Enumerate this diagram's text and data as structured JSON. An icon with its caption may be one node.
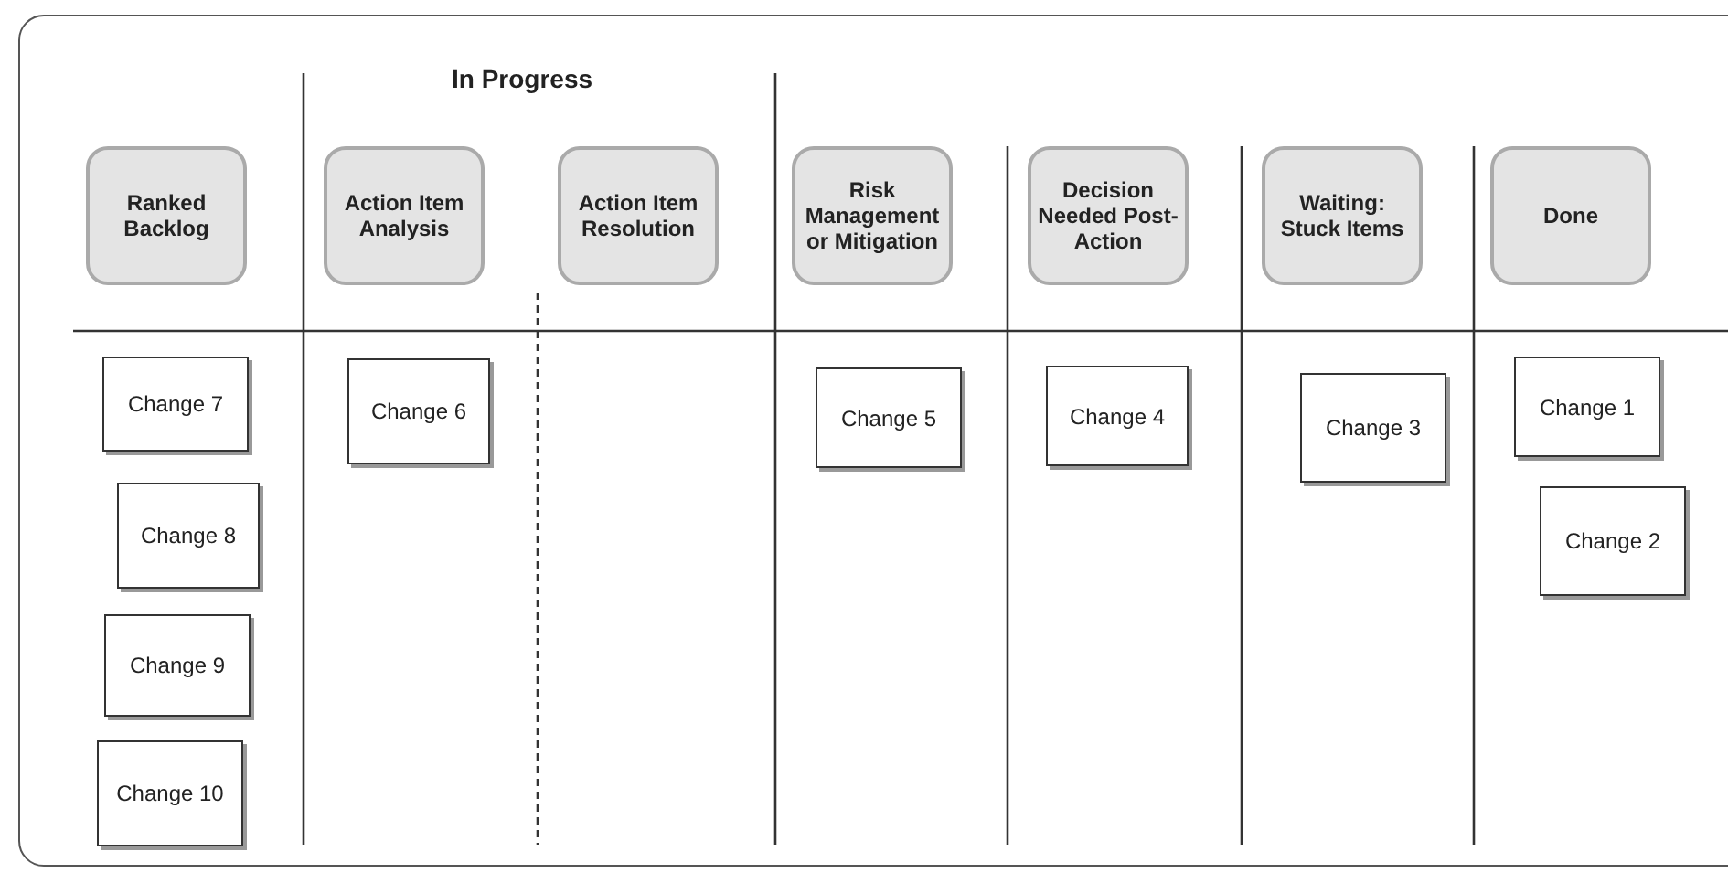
{
  "diagram": {
    "nodes": [
      {
        "text": [
          "Ranked Backlog"
        ]
      },
      {
        "text": [
          "Action Item Analysis"
        ]
      },
      {
        "text": [
          "Action Item Resolution"
        ]
      },
      {
        "text": [
          "Risk Management or Mitigation"
        ]
      },
      {
        "text": [
          "Decision Needed Post-Action"
        ]
      },
      {
        "text": [
          "Waiting: Stuck Items"
        ]
      },
      {
        "text": [
          "Done"
        ]
      },
      {
        "text": [
          "Change 7"
        ]
      },
      {
        "text": [
          "Change 8"
        ]
      },
      {
        "text": [
          "Change 9"
        ]
      },
      {
        "text": [
          "Change 10"
        ]
      },
      {
        "text": [
          "Change 6"
        ]
      },
      {
        "text": [
          "Change 5"
        ]
      },
      {
        "text": [
          "Change 4"
        ]
      },
      {
        "text": [
          "Change 3"
        ]
      },
      {
        "text": [
          "Change 1"
        ]
      },
      {
        "text": [
          "Change 2"
        ]
      }
    ],
    "edges": [],
    "labels": [
      "In Progress"
    ]
  }
}
